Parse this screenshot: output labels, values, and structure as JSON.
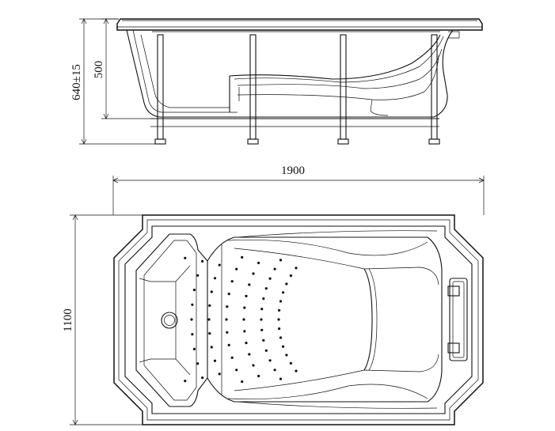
{
  "dimensions": {
    "width": "1900",
    "depth": "1100",
    "height_total": "640±15",
    "height_rim": "500"
  }
}
